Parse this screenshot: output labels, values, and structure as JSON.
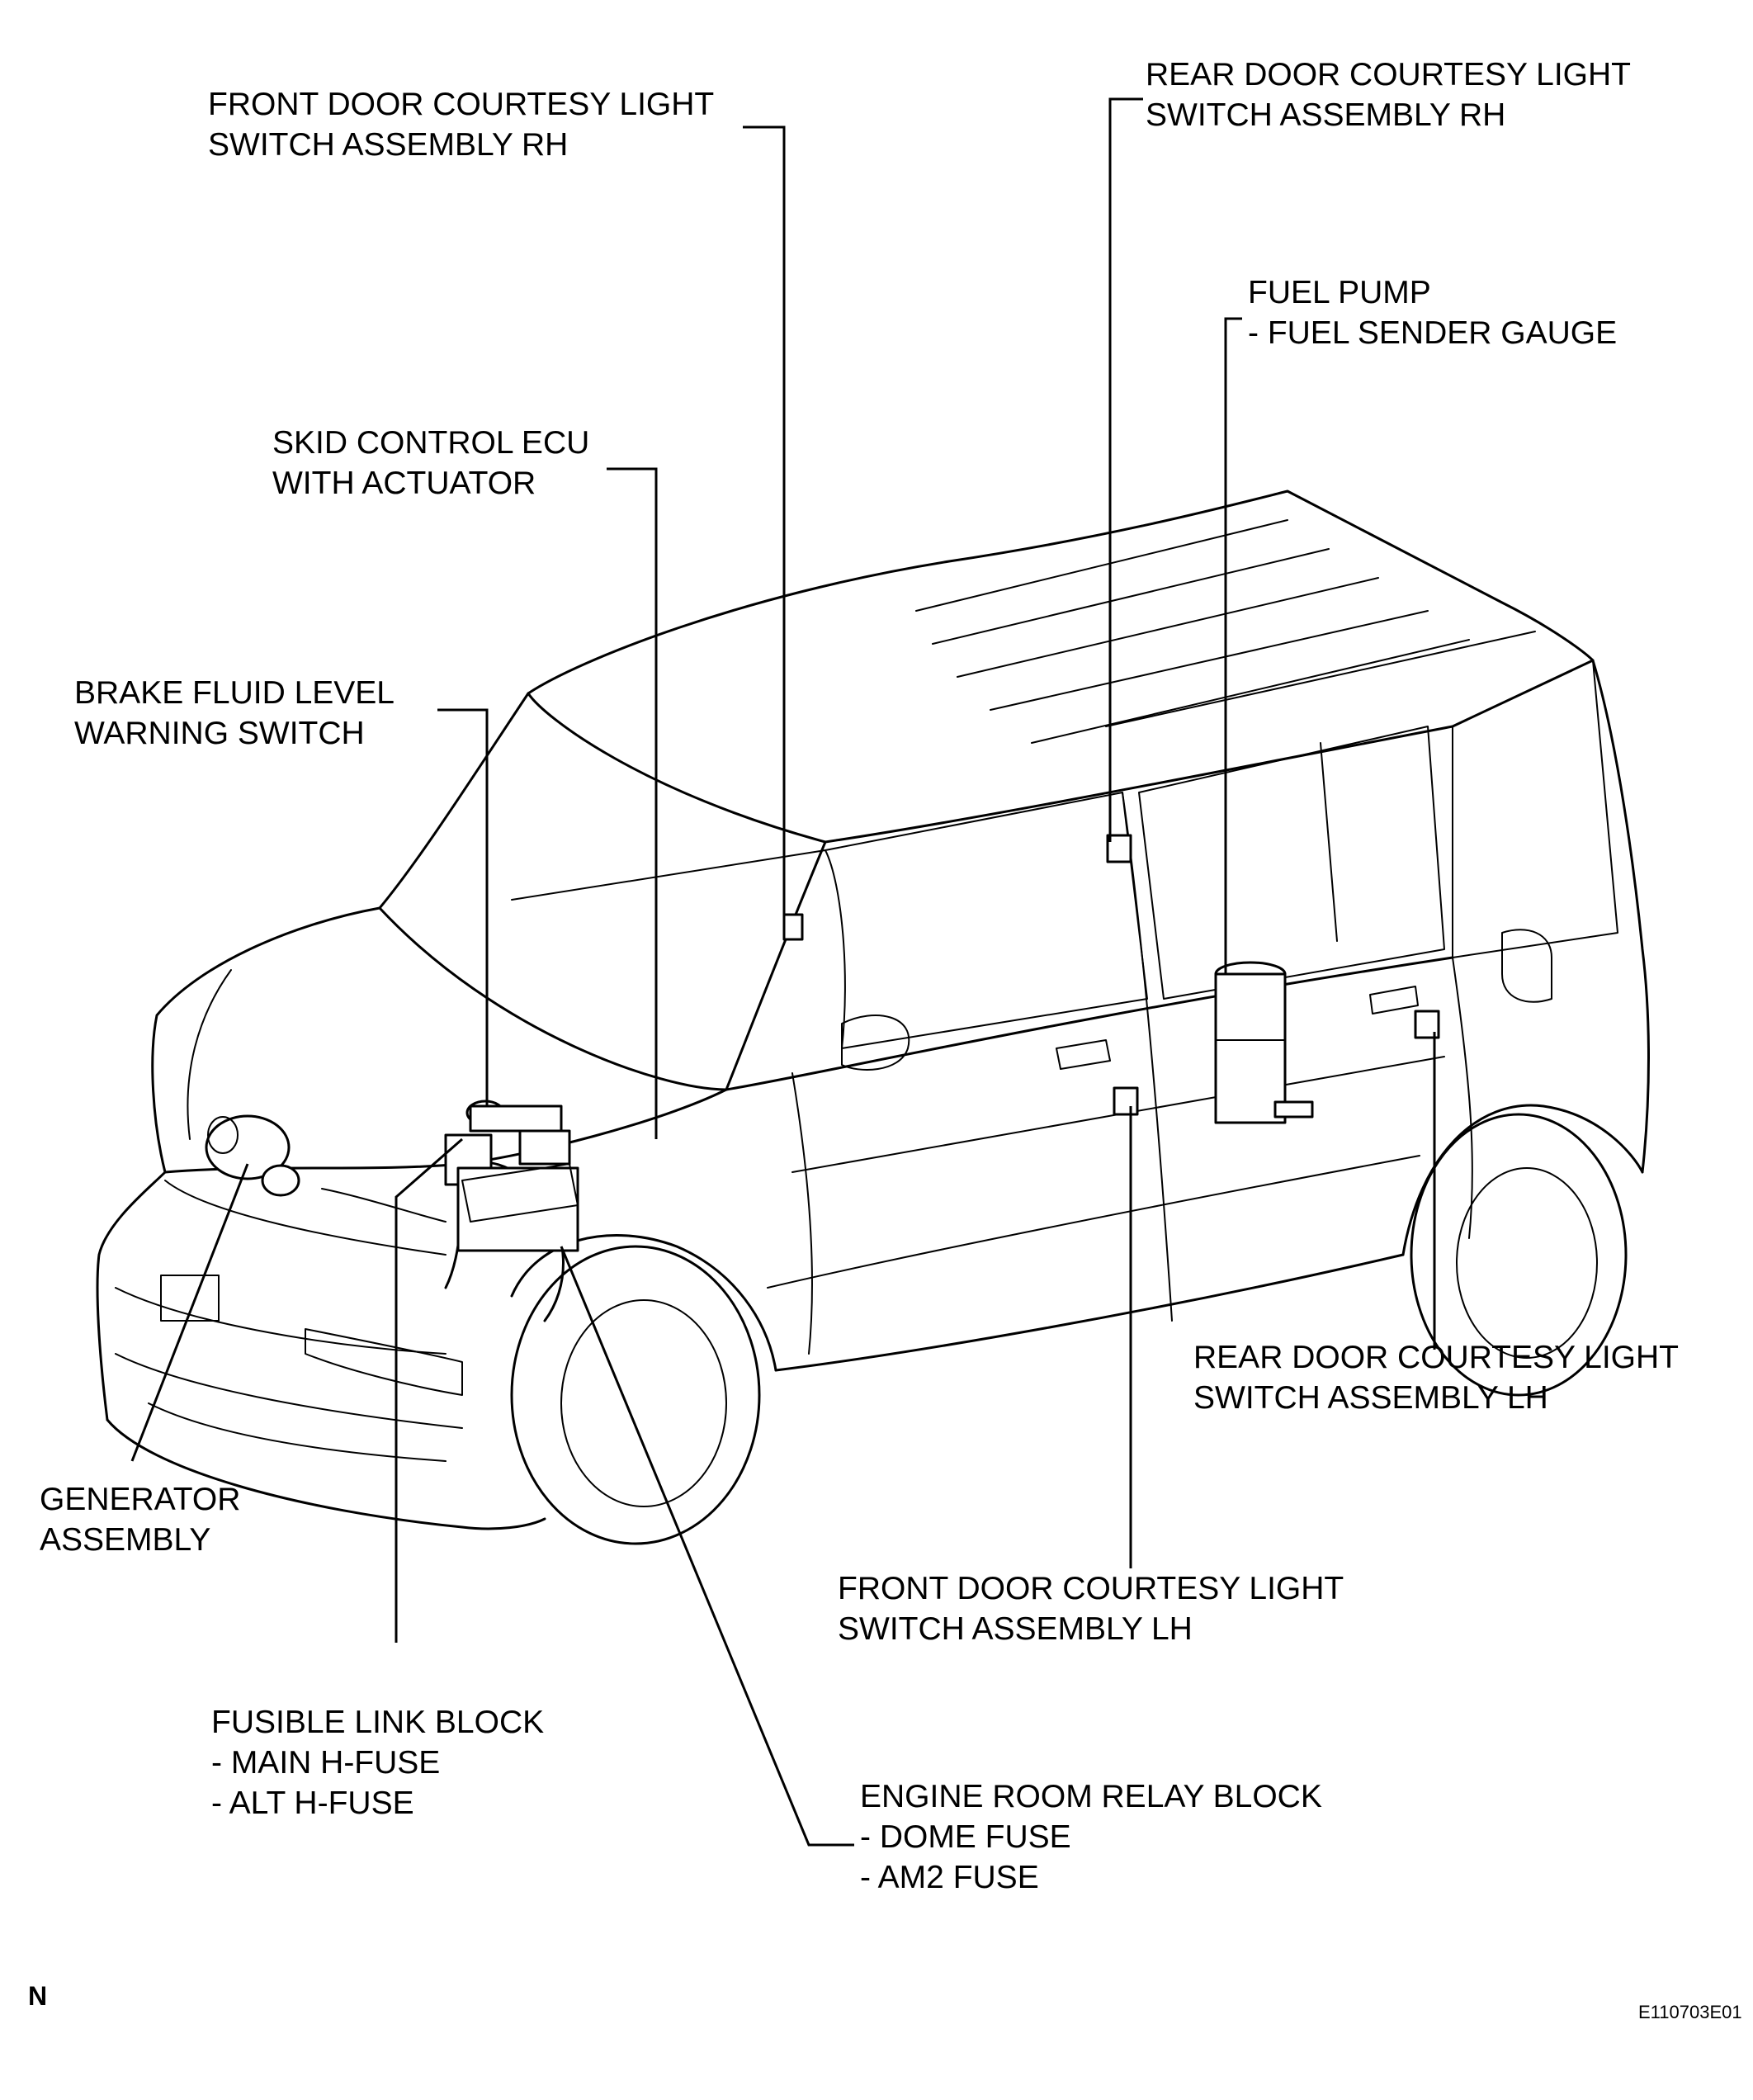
{
  "labels": {
    "front_door_rh": [
      "FRONT DOOR COURTESY LIGHT",
      "SWITCH ASSEMBLY RH"
    ],
    "rear_door_rh": [
      "REAR DOOR COURTESY LIGHT",
      "SWITCH ASSEMBLY RH"
    ],
    "fuel_pump": [
      "FUEL PUMP",
      "- FUEL SENDER GAUGE"
    ],
    "skid_control": [
      "SKID CONTROL ECU",
      "WITH ACTUATOR"
    ],
    "brake_fluid": [
      "BRAKE FLUID LEVEL",
      "WARNING SWITCH"
    ],
    "rear_door_lh": [
      "REAR DOOR COURTESY LIGHT",
      "SWITCH ASSEMBLY LH"
    ],
    "generator": [
      "GENERATOR",
      "ASSEMBLY"
    ],
    "front_door_lh": [
      "FRONT DOOR COURTESY LIGHT",
      "SWITCH ASSEMBLY LH"
    ],
    "fusible_link": [
      "FUSIBLE LINK BLOCK",
      "- MAIN H-FUSE",
      "- ALT H-FUSE"
    ],
    "engine_relay": [
      "ENGINE ROOM RELAY BLOCK",
      "- DOME FUSE",
      "- AM2 FUSE"
    ]
  },
  "corner_letter": "N",
  "figure_code": "E110703E01"
}
